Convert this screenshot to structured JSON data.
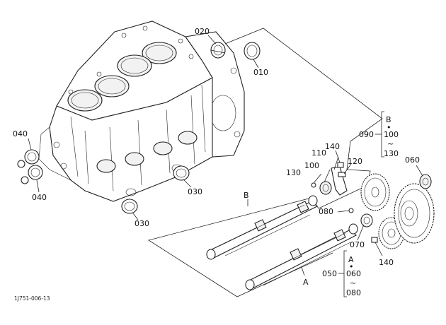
{
  "labels": {
    "p020": "020",
    "p010": "010",
    "p040_top": "040",
    "p040_bottom": "040",
    "p030_mid": "030",
    "p030_low": "030",
    "p140_top": "140",
    "p110": "110",
    "p120": "120",
    "p130": "130",
    "p100": "100",
    "p080": "080",
    "p070": "070",
    "p140_bottom": "140",
    "p060": "060",
    "shaft_b": "B",
    "shaft_a": "A",
    "group_b_letter": "B",
    "group_b_dot": "•",
    "group_b_code": "090",
    "group_b_start": "100",
    "group_b_tilde": "~",
    "group_b_end": "130",
    "group_a_letter": "A",
    "group_a_dot": "•",
    "group_a_code": "050",
    "group_a_start": "060",
    "group_a_tilde": "~",
    "group_a_end": "080",
    "drawing_ref": "1J751-006-13"
  }
}
